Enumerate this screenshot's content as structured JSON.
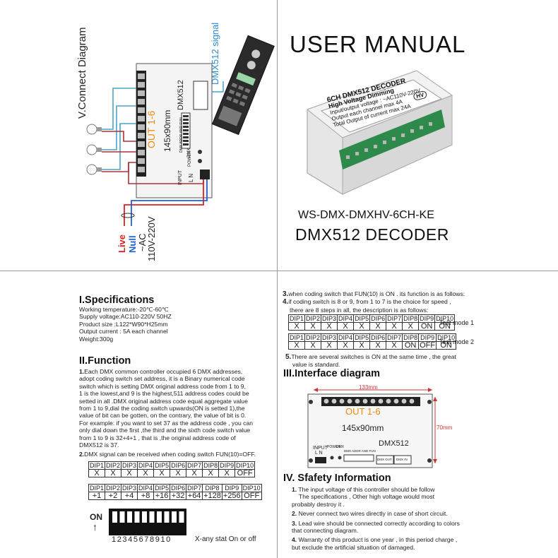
{
  "connect_diagram": {
    "title": "V.Connect Diagram",
    "signal_label": "DMX512 signal",
    "box_label": "DMX512",
    "out_label": "OUT 1-6",
    "size_label": "145x90mm",
    "dmx_led": "DMX",
    "power_led": "POWER",
    "input_label": "INPUT",
    "ln_label": "L  N",
    "addr_label": "DMX ADDR AND FUN",
    "live_label": "Live",
    "null_label": "Null",
    "ac_label": "~AC",
    "voltage_label": "110V-220V",
    "colors": {
      "live": "#e02020",
      "null": "#2060d0",
      "wire": "#b03030",
      "lamp_wire": "#4aa3c8"
    }
  },
  "cover": {
    "title": "USER MANUAL",
    "model": "WS-DMX-DMXHV-6CH-KE",
    "subtitle": "DMX512 DECODER",
    "product_line1": "6CH DMX512 DECODER",
    "product_line2": "High Voltage Dimming",
    "product_line3": "Input/output voltage : ~AC110V-220V",
    "product_line4": "Output  each channel max 4A",
    "product_line5": "Total Output of current max 24A",
    "hv_badge": "HV"
  },
  "spec": {
    "heading": "I.Specifications",
    "lines": [
      "Working temperature:-20℃-60℃",
      "Supply voltage:AC110-220V  50HZ",
      "Product size :L122*W90*H25mm",
      "Output current : 5A each channel",
      "Weight:300g"
    ]
  },
  "function": {
    "heading": "II.Function",
    "item1_num": "1.",
    "item1_lines": [
      "Each DMX common controller occupied 6 DMX addresses,",
      "adopt coding switch set address, it is a Binary numerical code",
      "switch which is setting DMX original address code from 1 to 9,",
      "1 is the lowest,and 9 is the highest,511 address codes  could be",
      "setted  in all .DMX original address code equal aggregate value",
      "from 1 to 9,dial the coding switch upwards(ON is setted 1),the",
      "value of bit can be  gotten, on the contrary, the value of bit is 0.",
      "For example: if you want to set 37 as the address code , you can",
      "only dial down the first ,the third and the  sixth code switch value",
      "from 1 to 9 is 32+4+1 , that is ,the original address  code of",
      "DMX512 is 37."
    ],
    "item2_num": "2.",
    "item2_text": "DMX signal can be received when coding switch FUN(10)=OFF.",
    "table1_header": [
      "DIP1",
      "DIP2",
      "DIP3",
      "DIP4",
      "DIP5",
      "DIP6",
      "DIP7",
      "DIP8",
      "DIP9",
      "DIP10"
    ],
    "table1_values": [
      "X",
      "X",
      "X",
      "X",
      "X",
      "X",
      "X",
      "X",
      "X",
      "OFF"
    ],
    "table2_header": [
      "DIP1",
      "DIP2",
      "DIP3",
      "DIP4",
      "DIP5",
      "DIP6",
      "DIP7",
      "DIP8",
      "DIP9",
      "DIP10"
    ],
    "table2_values": [
      "+1",
      "+2",
      "+4",
      "+8",
      "+16",
      "+32",
      "+64",
      "+128",
      "+256",
      "OFF"
    ],
    "on_label": "ON",
    "switch_numbers": "12345678910",
    "any_stat": "X-any stat On or off"
  },
  "function_right": {
    "item3_num": "3.",
    "item3_text": "when coding switch that FUN(10) is ON . its function is as follows:",
    "item4_num": "4.",
    "item4_lines": [
      "if coding switch is 8 or 9,  from 1 to 7 is the choice for speed ,",
      "there are 8 steps in all, the description is as follows:"
    ],
    "mode1_header": [
      "DIP1",
      "DIP2",
      "DIP3",
      "DIP4",
      "DIP5",
      "DIP6",
      "DIP7",
      "DIP8",
      "DIP9",
      "DIP10"
    ],
    "mode1_values": [
      "X",
      "X",
      "X",
      "X",
      "X",
      "X",
      "X",
      "X",
      "ON",
      "ON"
    ],
    "mode1_label": "Test mode 1",
    "mode2_header": [
      "DIP1",
      "DIP2",
      "DIP3",
      "DIP4",
      "DIP5",
      "DIP6",
      "DIP7",
      "DIP8",
      "DIP9",
      "DIP10"
    ],
    "mode2_values": [
      "X",
      "X",
      "X",
      "X",
      "X",
      "X",
      "X",
      "ON",
      "OFF",
      "ON"
    ],
    "mode2_label": "Test mode 2",
    "item5_num": "5.",
    "item5_lines": [
      "There are several switches is ON at the same time , the great",
      "value is standard."
    ]
  },
  "interface": {
    "heading": "III.Interface diagram",
    "width_label": "133mm",
    "height_label": "70mm",
    "out_label": "OUT 1-6",
    "size_label": "145x90mm",
    "box_label": "DMX512",
    "input_label": "INPUT",
    "ln_label": "L N",
    "power_label": "POWER",
    "dmx_label": "DMX",
    "addr_label": "DMX ADDR AND FUN",
    "dmxout_label": "DMX OUT",
    "dmxin_label": "DMX IN"
  },
  "safety": {
    "heading": "IV. Sfafety Information",
    "items": [
      {
        "num": "1.",
        "lines": [
          "The input voltage of this controller should be follow",
          "The specifications , Other high voltage would most",
          "probably destroy it ."
        ]
      },
      {
        "num": "2.",
        "lines": [
          "Never connect two wires directly in case of short circuit."
        ]
      },
      {
        "num": "3.",
        "lines": [
          "Lead wire should be connected correctly according to colors",
          "that connecting diagram."
        ]
      },
      {
        "num": "4.",
        "lines": [
          "Warranty of this product is one year , in this period charge ,",
          "but exclude the artificial situation of damaged."
        ]
      }
    ]
  }
}
